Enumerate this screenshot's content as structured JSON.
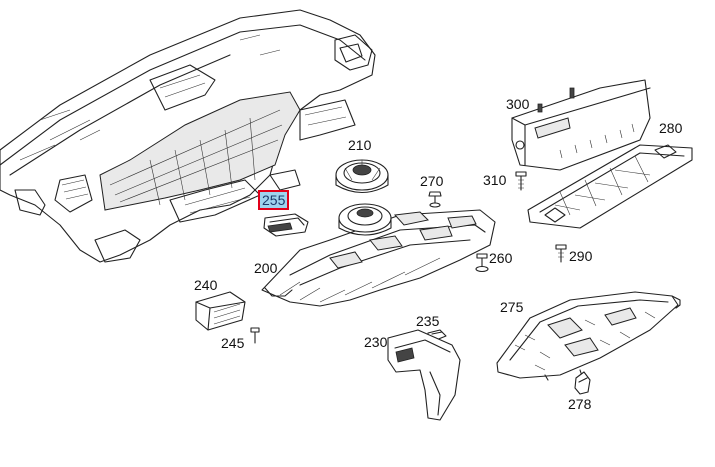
{
  "diagram": {
    "callouts": [
      {
        "id": "c300",
        "text": "300"
      },
      {
        "id": "c280",
        "text": "280"
      },
      {
        "id": "c210",
        "text": "210"
      },
      {
        "id": "c270",
        "text": "270"
      },
      {
        "id": "c310",
        "text": "310"
      },
      {
        "id": "c255",
        "text": "255",
        "highlighted": true
      },
      {
        "id": "c200",
        "text": "200"
      },
      {
        "id": "c260",
        "text": "260"
      },
      {
        "id": "c290",
        "text": "290"
      },
      {
        "id": "c240",
        "text": "240"
      },
      {
        "id": "c275",
        "text": "275"
      },
      {
        "id": "c235",
        "text": "235"
      },
      {
        "id": "c245",
        "text": "245"
      },
      {
        "id": "c230",
        "text": "230"
      },
      {
        "id": "c278",
        "text": "278"
      }
    ],
    "highlight_colors": {
      "fill": "#9fd4ef",
      "border": "#e2001a"
    }
  }
}
